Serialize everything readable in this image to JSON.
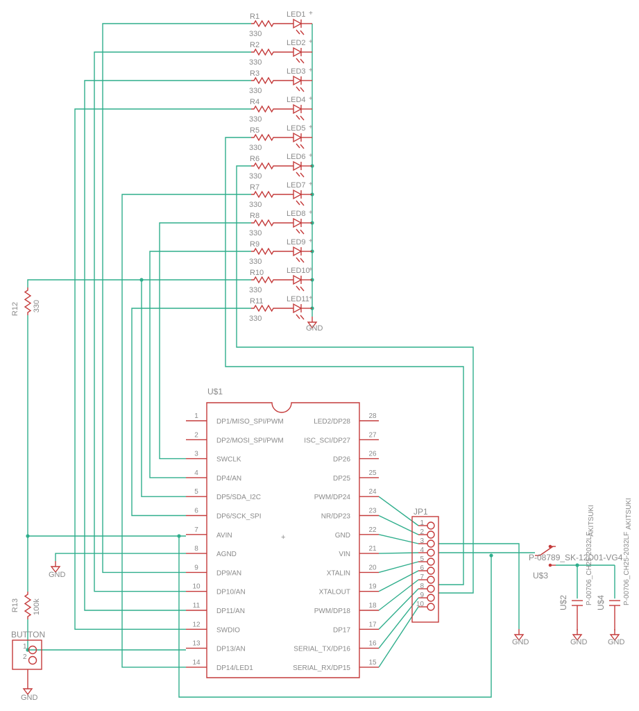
{
  "leds": [
    {
      "r": "R1",
      "val": "330",
      "led": "LED1"
    },
    {
      "r": "R2",
      "val": "330",
      "led": "LED2"
    },
    {
      "r": "R3",
      "val": "330",
      "led": "LED3"
    },
    {
      "r": "R4",
      "val": "330",
      "led": "LED4"
    },
    {
      "r": "R5",
      "val": "330",
      "led": "LED5"
    },
    {
      "r": "R6",
      "val": "330",
      "led": "LED6"
    },
    {
      "r": "R7",
      "val": "330",
      "led": "LED7"
    },
    {
      "r": "R8",
      "val": "330",
      "led": "LED8"
    },
    {
      "r": "R9",
      "val": "330",
      "led": "LED9"
    },
    {
      "r": "R10",
      "val": "330",
      "led": "LED10"
    },
    {
      "r": "R11",
      "val": "330",
      "led": "LED11"
    }
  ],
  "gnd": "GND",
  "r12": {
    "name": "R12",
    "value": "330"
  },
  "r13": {
    "name": "R13",
    "value": "100k"
  },
  "button": {
    "name": "BUTTON",
    "pin1": "1",
    "pin2": "2"
  },
  "u1": {
    "name": "U$1",
    "left_pins": [
      {
        "num": "1",
        "label": "DP1/MISO_SPI/PWM"
      },
      {
        "num": "2",
        "label": "DP2/MOSI_SPI/PWM"
      },
      {
        "num": "3",
        "label": "SWCLK"
      },
      {
        "num": "4",
        "label": "DP4/AN"
      },
      {
        "num": "5",
        "label": "DP5/SDA_I2C"
      },
      {
        "num": "6",
        "label": "DP6/SCK_SPI"
      },
      {
        "num": "7",
        "label": "AVIN"
      },
      {
        "num": "8",
        "label": "AGND"
      },
      {
        "num": "9",
        "label": "DP9/AN"
      },
      {
        "num": "10",
        "label": "DP10/AN"
      },
      {
        "num": "11",
        "label": "DP11/AN"
      },
      {
        "num": "12",
        "label": "SWDIO"
      },
      {
        "num": "13",
        "label": "DP13/AN"
      },
      {
        "num": "14",
        "label": "DP14/LED1"
      }
    ],
    "right_pins": [
      {
        "num": "28",
        "label": "LED2/DP28"
      },
      {
        "num": "27",
        "label": "ISC_SCI/DP27"
      },
      {
        "num": "26",
        "label": "DP26"
      },
      {
        "num": "25",
        "label": "DP25"
      },
      {
        "num": "24",
        "label": "PWM/DP24"
      },
      {
        "num": "23",
        "label": "NR/DP23"
      },
      {
        "num": "22",
        "label": "GND"
      },
      {
        "num": "21",
        "label": "VIN"
      },
      {
        "num": "20",
        "label": "XTALIN"
      },
      {
        "num": "19",
        "label": "XTALOUT"
      },
      {
        "num": "18",
        "label": "PWM/DP18"
      },
      {
        "num": "17",
        "label": "DP17"
      },
      {
        "num": "16",
        "label": "SERIAL_TX/DP16"
      },
      {
        "num": "15",
        "label": "SERIAL_RX/DP15"
      }
    ]
  },
  "jp1": {
    "name": "JP1",
    "pins": [
      "1",
      "2",
      "3",
      "4",
      "5",
      "6",
      "7",
      "8",
      "9",
      "10"
    ]
  },
  "switch": {
    "part": "P-08789_SK-12D01-VG4",
    "name": "U$3"
  },
  "cap1": {
    "name": "U$2",
    "part": "P-00706_CH25-2032LF"
  },
  "cap2": {
    "name": "U$4",
    "part": "P-00706_CH25-2032LF"
  },
  "cap_overlap_text": "AKITSUKI"
}
